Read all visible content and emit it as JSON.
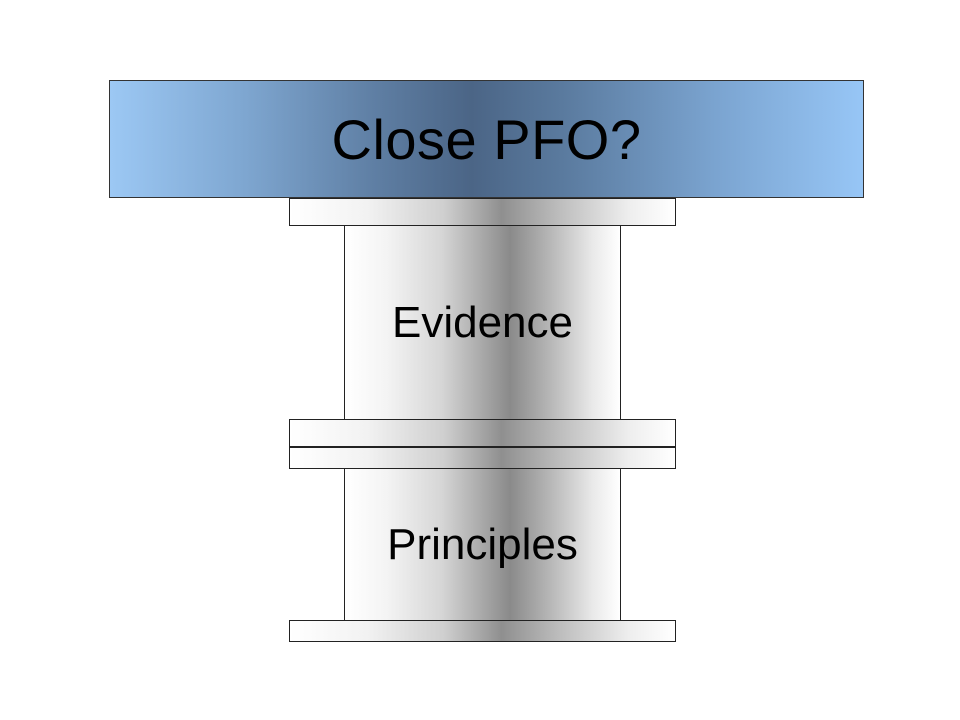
{
  "diagram": {
    "cap_label": "Close PFO?",
    "upper_shaft_label": "Evidence",
    "lower_shaft_label": "Principles"
  }
}
